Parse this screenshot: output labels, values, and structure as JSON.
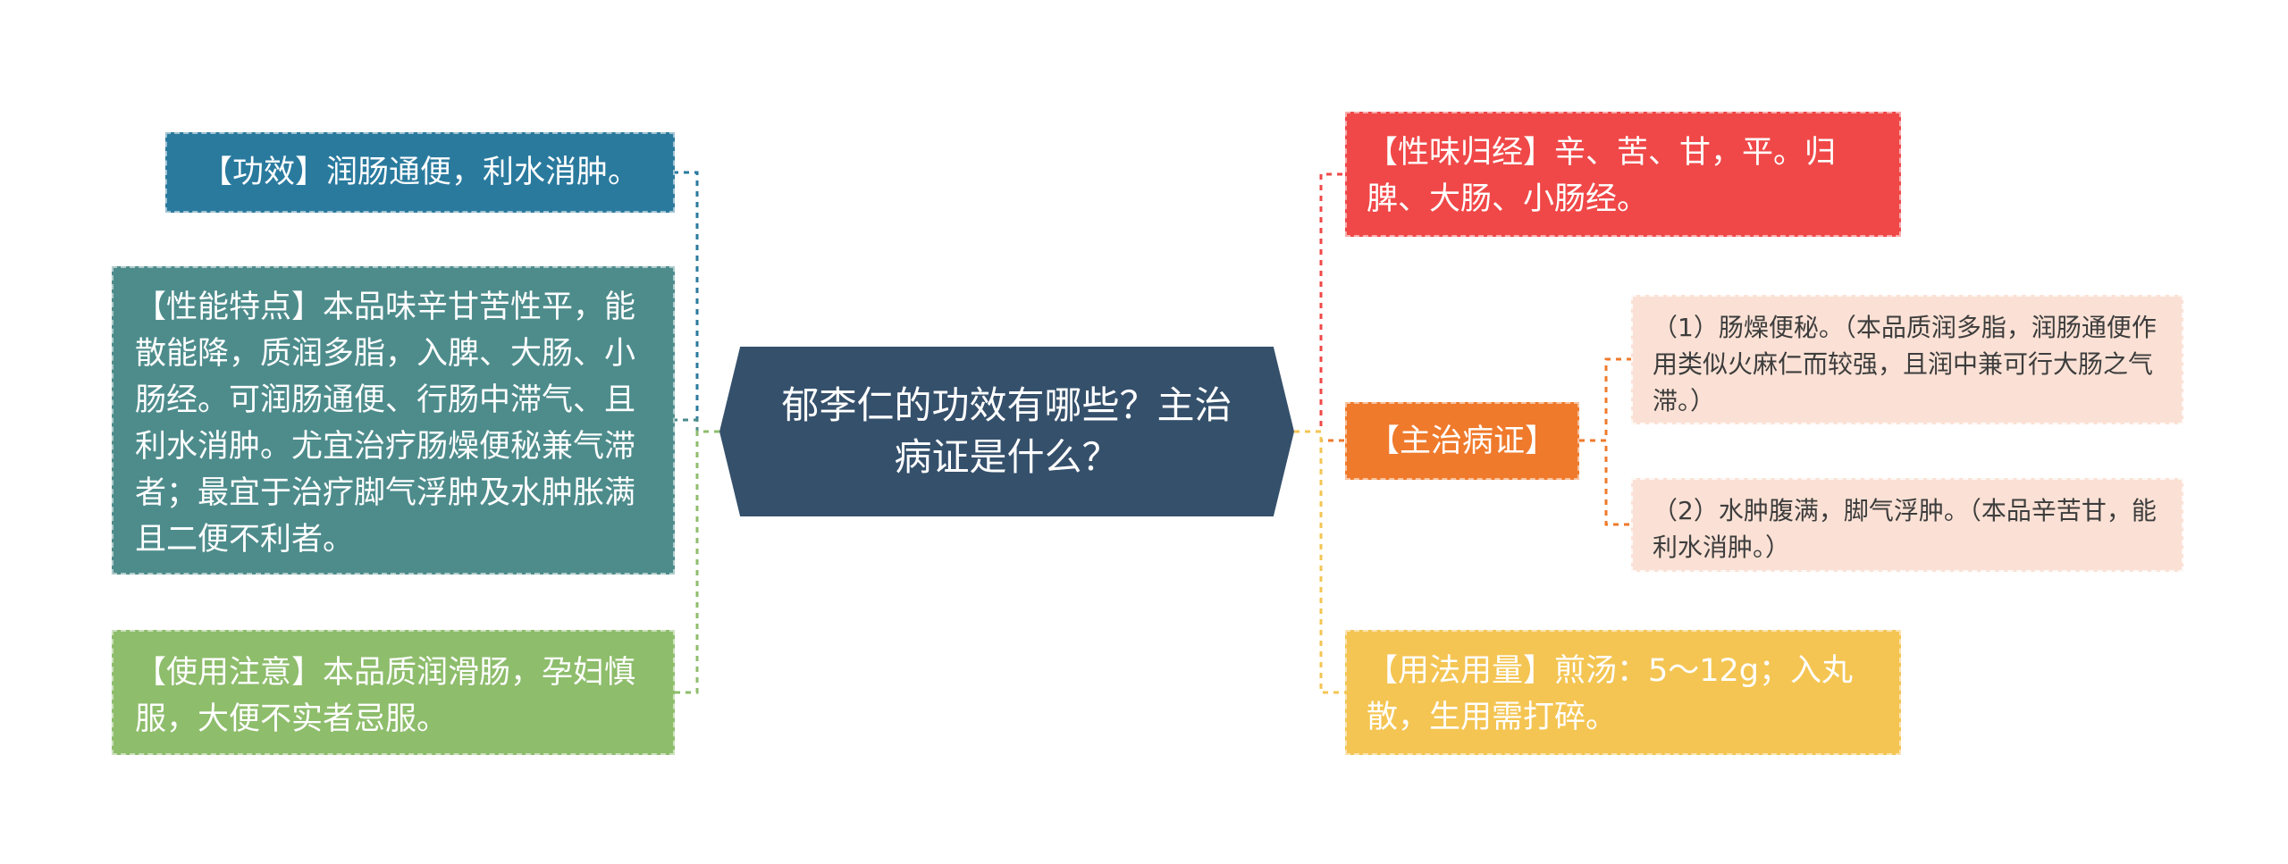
{
  "center": {
    "title": "郁李仁的功效有哪些？主治病证是什么？",
    "color": "#35506b"
  },
  "left_nodes": [
    {
      "id": "gongxiao",
      "text": "【功效】润肠通便，利水消肿。",
      "color": "#2a7a9e"
    },
    {
      "id": "xingneng",
      "text": "【性能特点】本品味辛甘苦性平，能散能降，质润多脂，入脾、大肠、小肠经。可润肠通便、行肠中滞气、且利水消肿。尤宜治疗肠燥便秘兼气滞者；最宜于治疗脚气浮肿及水肿胀满且二便不利者。",
      "color": "#4e8c8c"
    },
    {
      "id": "shiyong",
      "text": "【使用注意】本品质润滑肠，孕妇慎服，大便不实者忌服。",
      "color": "#8ebd6c"
    }
  ],
  "right_nodes": [
    {
      "id": "xingwei",
      "text": "【性味归经】辛、苦、甘，平。归脾、大肠、小肠经。",
      "color": "#f04848"
    },
    {
      "id": "zhuzhi",
      "text": "【主治病证】",
      "color": "#ef7a2c"
    },
    {
      "id": "yongfa",
      "text": "【用法用量】煎汤：5～12g；入丸散，生用需打碎。",
      "color": "#f4c553"
    }
  ],
  "sub_nodes": [
    {
      "id": "sub1",
      "text": "（1）肠燥便秘。（本品质润多脂，润肠通便作用类似火麻仁而较强，且润中兼可行大肠之气滞。）",
      "color": "#fbe1d5"
    },
    {
      "id": "sub2",
      "text": "（2）水肿腹满，脚气浮肿。（本品辛苦甘，能利水消肿。）",
      "color": "#fbe1d5"
    }
  ]
}
